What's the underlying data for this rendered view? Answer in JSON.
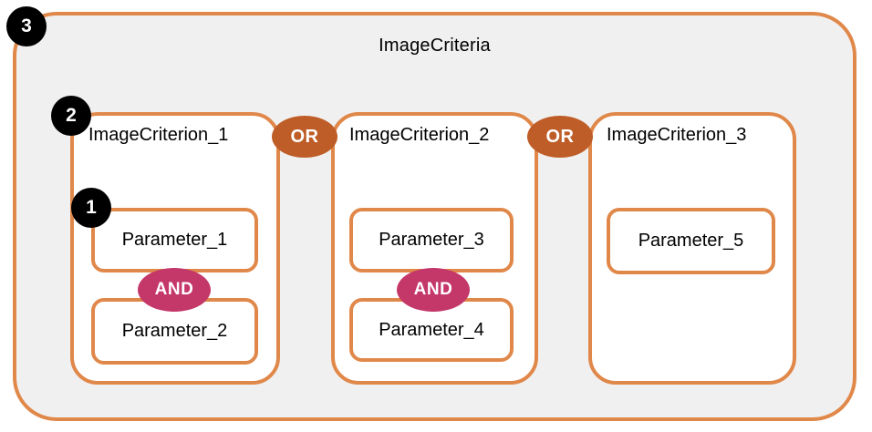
{
  "diagram": {
    "title": "ImageCriteria",
    "connectors": {
      "or": "OR",
      "and": "AND"
    },
    "callouts": [
      {
        "number": "1"
      },
      {
        "number": "2"
      },
      {
        "number": "3"
      }
    ],
    "criteria": [
      {
        "label": "ImageCriterion_1",
        "parameters": [
          "Parameter_1",
          "Parameter_2"
        ]
      },
      {
        "label": "ImageCriterion_2",
        "parameters": [
          "Parameter_3",
          "Parameter_4"
        ]
      },
      {
        "label": "ImageCriterion_3",
        "parameters": [
          "Parameter_5"
        ]
      }
    ],
    "colors": {
      "outline_orange": "#E0884A",
      "or_badge_fill": "#BE5D27",
      "and_badge_fill": "#C43769",
      "callout_fill": "#000000",
      "container_fill": "#F1F0F0",
      "box_fill": "#FFFFFF"
    }
  }
}
